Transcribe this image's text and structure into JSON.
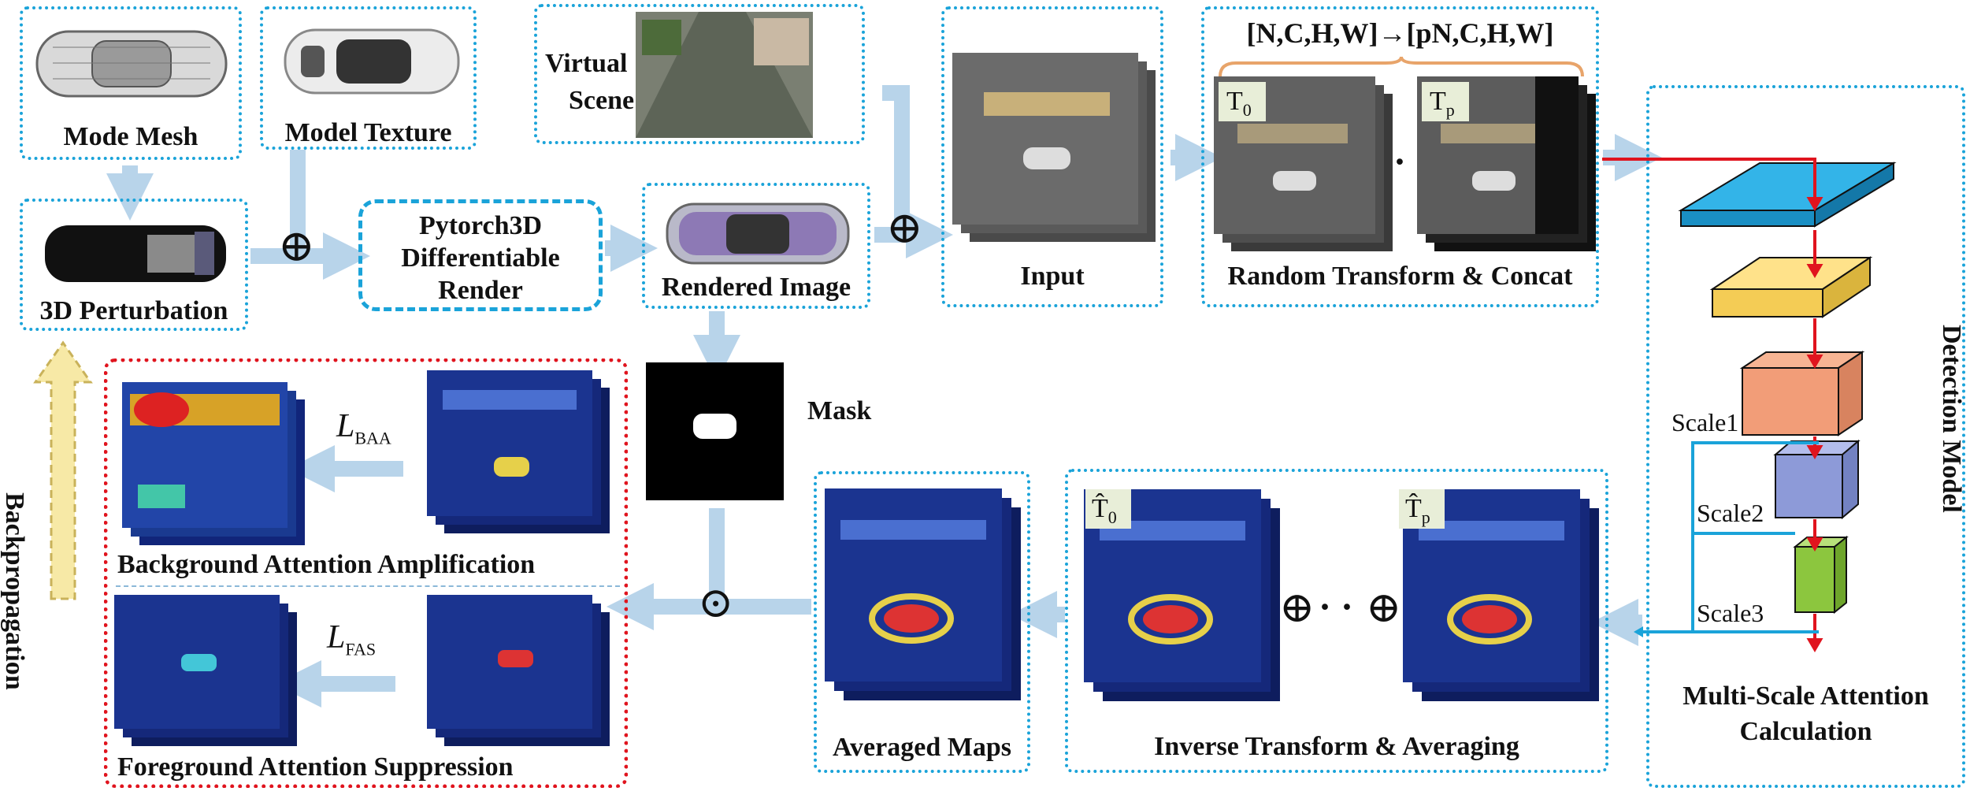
{
  "colors": {
    "box_border": "#1aa3d9",
    "attack_border": "#e0141e",
    "flow_arrow": "#b8d4ea",
    "red_arrow": "#e0141e",
    "backprop_arrow": "#f7e9a6"
  },
  "modules": {
    "mode_mesh": "Mode Mesh",
    "model_texture": "Model Texture",
    "virtual_scene_1": "Virtual",
    "virtual_scene_2": "Scene",
    "perturbation": "3D Perturbation",
    "renderer_1": "Pytorch3D",
    "renderer_2": "Differentiable",
    "renderer_3": "Render",
    "rendered_image": "Rendered Image",
    "input": "Input",
    "shape_formula": "[N,C,H,W]→[pN,C,H,W]",
    "random_transform": "Random Transform & Concat",
    "t0": "T",
    "t0_sub": "0",
    "tp": "T",
    "tp_sub": "p",
    "mask": "Mask",
    "backpropagation": "Backpropagation",
    "loss_baa": "L",
    "loss_baa_sub": "BAA",
    "baa": "Background Attention Amplification",
    "loss_fas": "L",
    "loss_fas_sub": "FAS",
    "fas": "Foreground Attention Suppression",
    "averaged_maps": "Averaged Maps",
    "inverse_transform": "Inverse Transform & Averaging",
    "that0": "T̂",
    "that0_sub": "0",
    "thatp": "T̂",
    "thatp_sub": "p",
    "detection_model": "Detection Model",
    "scale1": "Scale1",
    "scale2": "Scale2",
    "scale3": "Scale3",
    "msa_1": "Multi-Scale Attention",
    "msa_2": "Calculation"
  },
  "operators": {
    "oplus": "⊕",
    "odot": "⊙",
    "dots": "· ·"
  }
}
